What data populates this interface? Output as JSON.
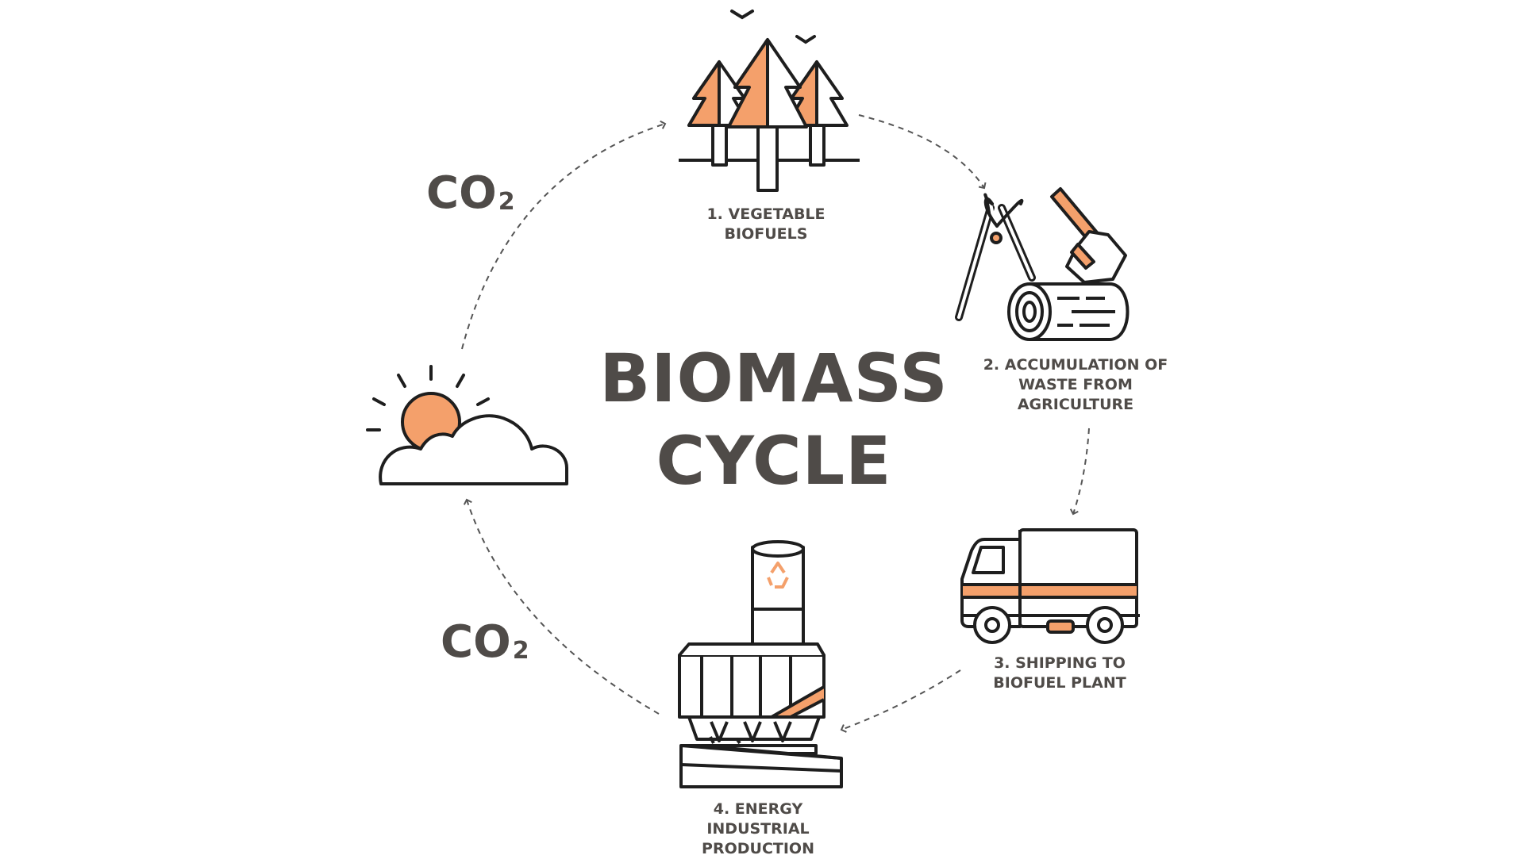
{
  "title": {
    "line1": "BIOMASS",
    "line2": "CYCLE"
  },
  "steps": [
    {
      "line1": "1. VEGETABLE",
      "line2": "BIOFUELS"
    },
    {
      "line1": "2. ACCUMULATION OF",
      "line2": "WASTE FROM",
      "line3": "AGRICULTURE"
    },
    {
      "line1": "3. SHIPPING TO",
      "line2": "BIOFUEL PLANT"
    },
    {
      "line1": "4. ENERGY",
      "line2": "INDUSTRIAL",
      "line3": "PRODUCTION"
    }
  ],
  "co2": {
    "text": "CO",
    "sub": "2"
  },
  "icons": [
    "trees-icon",
    "birds-icon",
    "pruning-shears-icon",
    "axe-icon",
    "log-icon",
    "truck-icon",
    "biofuel-plant-icon",
    "sun-icon",
    "cloud-icon",
    "arrow-icon"
  ],
  "colors": {
    "accent": "#f4a06b",
    "ink": "#1e1e1e",
    "text": "#4f4b48",
    "arrow": "#555555"
  }
}
